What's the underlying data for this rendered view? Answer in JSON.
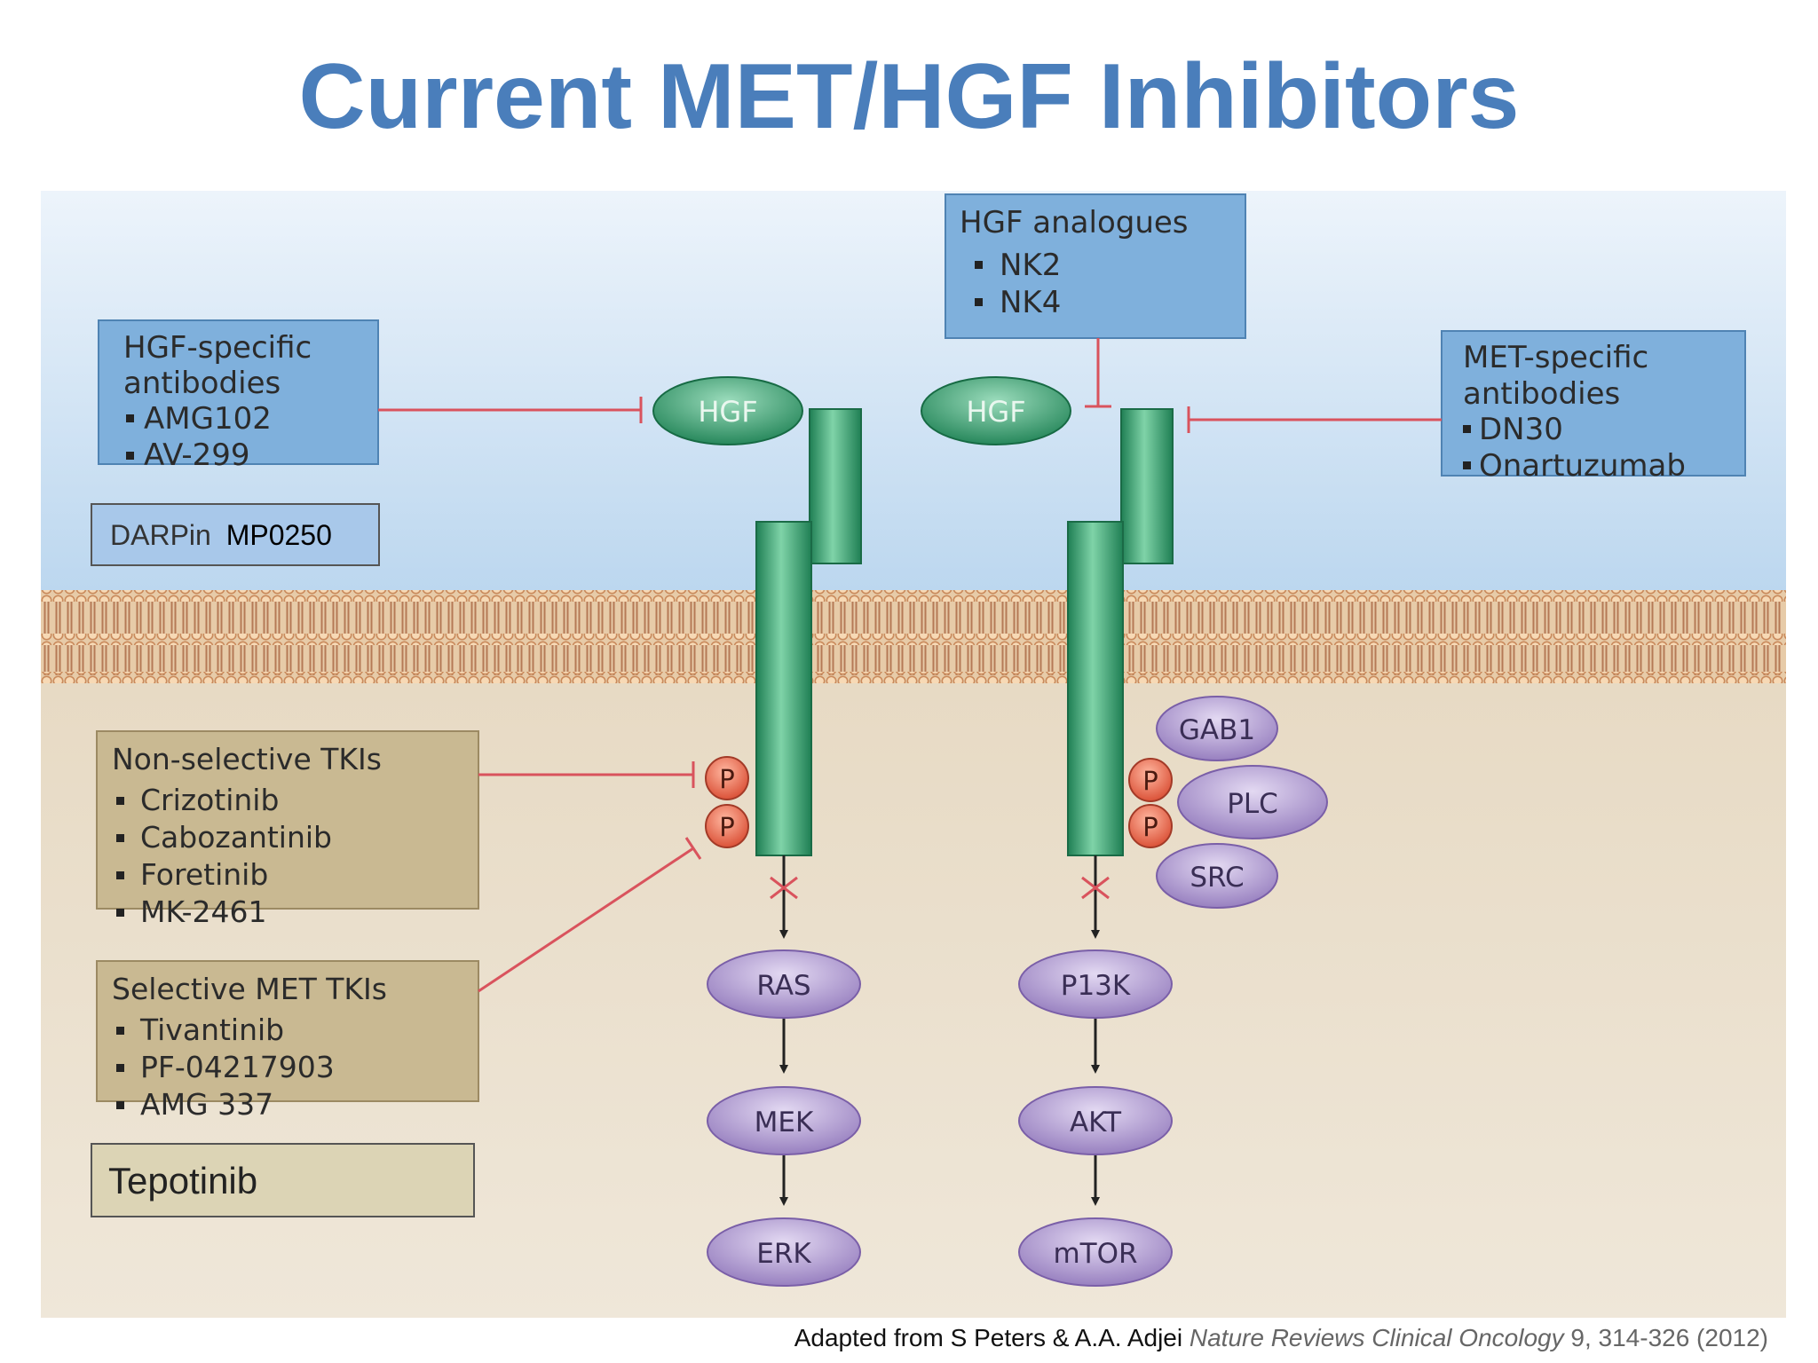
{
  "title": "Current MET/HGF Inhibitors",
  "citation": {
    "prefix": "Adapted from S Peters & A.A. Adjei",
    "journal": "Nature Reviews Clinical Oncology",
    "suffix": "9, 314-326 (2012)"
  },
  "boxes": {
    "hgf_antibodies": {
      "title": "HGF-specific antibodies",
      "title_lines": [
        "HGF-specific",
        "antibodies"
      ],
      "items": [
        "AMG102",
        "AV-299"
      ]
    },
    "darpin": {
      "prefix": "DARPin",
      "name": "MP0250"
    },
    "hgf_analogues": {
      "title": "HGF analogues",
      "items": [
        "NK2",
        "NK4"
      ]
    },
    "met_antibodies": {
      "title": "MET-specific antibodies",
      "title_lines": [
        "MET-specific",
        "antibodies"
      ],
      "items": [
        "DN30",
        "Onartuzumab"
      ]
    },
    "nonselective_tkis": {
      "title": "Non-selective TKIs",
      "items": [
        "Crizotinib",
        "Cabozantinib",
        "Foretinib",
        "MK-2461"
      ]
    },
    "selective_tkis": {
      "title": "Selective MET TKIs",
      "items": [
        "Tivantinib",
        "PF-04217903",
        "AMG 337"
      ]
    },
    "tepotinib": {
      "name": "Tepotinib"
    }
  },
  "ligands": {
    "left": "HGF",
    "right": "HGF"
  },
  "phospho": "P",
  "adaptors": [
    "GAB1",
    "PLC",
    "SRC"
  ],
  "pathways": {
    "left": [
      "RAS",
      "MEK",
      "ERK"
    ],
    "right": [
      "P13K",
      "AKT",
      "mTOR"
    ]
  },
  "colors": {
    "title": "#4a7ebb",
    "extracellular_top": "#bcd7ef",
    "intracellular": "#e8dcc8",
    "receptor": "#2e9a6a",
    "ligand": "#2b9466",
    "inhibitor_line": "#d9535d",
    "phospho": "#e0533f",
    "signal_node": "#9d86c3",
    "antibody_box": "#7fb0dc",
    "tki_box": "#c9b992"
  }
}
